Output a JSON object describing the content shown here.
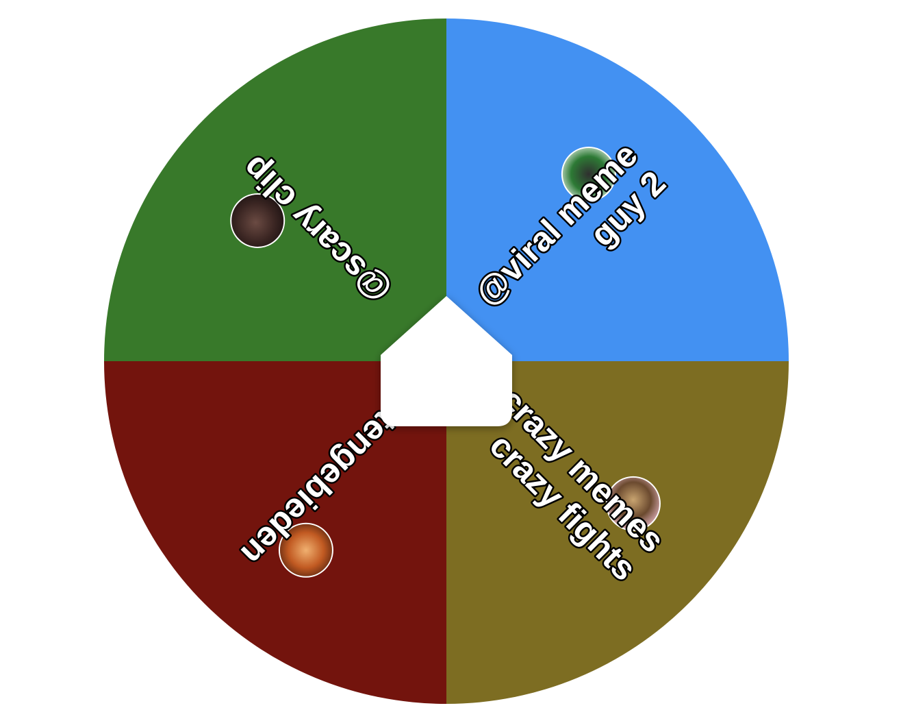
{
  "wheel": {
    "segments": [
      {
        "lines": [
          "@scary clip"
        ],
        "color": "#38792a",
        "avatar": "person-portrait-avatar"
      },
      {
        "lines": [
          "@viral meme",
          "guy 2"
        ],
        "color": "#4391f2",
        "avatar": "masked-figure-avatar"
      },
      {
        "lines": [
          "@crazy memes",
          "crazy fights"
        ],
        "color": "#7d6d22",
        "avatar": "dog-avatar"
      },
      {
        "lines": [
          "@buitengebieden"
        ],
        "color": "#73140d",
        "avatar": "sunset-bird-avatar"
      }
    ],
    "pointer_color": "#ffffff"
  }
}
